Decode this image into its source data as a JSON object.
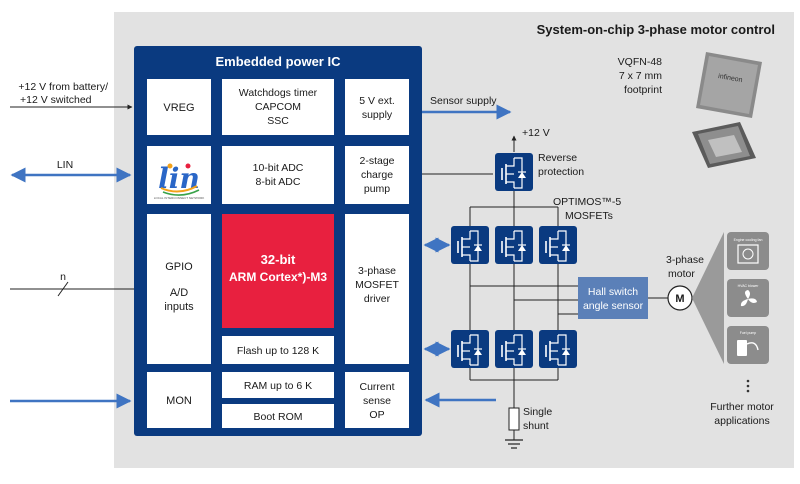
{
  "header": {
    "title": "System-on-chip 3-phase motor control"
  },
  "ic": {
    "title": "Embedded power IC",
    "vreg": "VREG",
    "watchdog": [
      "Watchdogs timer",
      "CAPCOM",
      "SSC"
    ],
    "supply5v": [
      "5 V ext.",
      "supply"
    ],
    "adc": [
      "10-bit ADC",
      "8-bit ADC"
    ],
    "chargepump": [
      "2-stage",
      "charge",
      "pump"
    ],
    "gpio": [
      "GPIO",
      "A/D",
      "inputs"
    ],
    "cpu": [
      "32-bit",
      "ARM Cortex*)-M3"
    ],
    "mosfet_driver": [
      "3-phase",
      "MOSFET",
      "driver"
    ],
    "flash": "Flash up to 128 K",
    "mon": "MON",
    "ram": "RAM up to 6 K",
    "bootrom": "Boot ROM",
    "current_sense": [
      "Current",
      "sense",
      "OP"
    ]
  },
  "lin_logo": {
    "text": "lin",
    "subtitle": "LOCAL INTERCONNECT NETWORK"
  },
  "left_signals": {
    "battery": [
      "+12 V from battery/",
      "+12 V switched"
    ],
    "lin": "LIN",
    "n": "n"
  },
  "right": {
    "sensor_supply": "Sensor supply",
    "plus12v": "+12 V",
    "reverse_protection": [
      "Reverse",
      "protection"
    ],
    "optimos": [
      "OPTIMOS™-5",
      "MOSFETs"
    ],
    "hall": [
      "Hall switch",
      "angle sensor"
    ],
    "motor_label": [
      "3-phase",
      "motor"
    ],
    "motor_symbol": "M",
    "shunt": [
      "Single",
      "shunt"
    ],
    "package": [
      "VQFN-48",
      "7 x 7 mm",
      "footprint"
    ],
    "chip_brand": "infineon",
    "apps": [
      "Engine cooling fan",
      "HVAC blower",
      "Fuel pump"
    ],
    "further": [
      "Further motor",
      "applications"
    ]
  },
  "colors": {
    "navy": "#0a3a80",
    "red": "#e8203f",
    "blue_block": "#5b80b8",
    "arrow": "#3f74c2",
    "background": "#e2e2e2"
  }
}
